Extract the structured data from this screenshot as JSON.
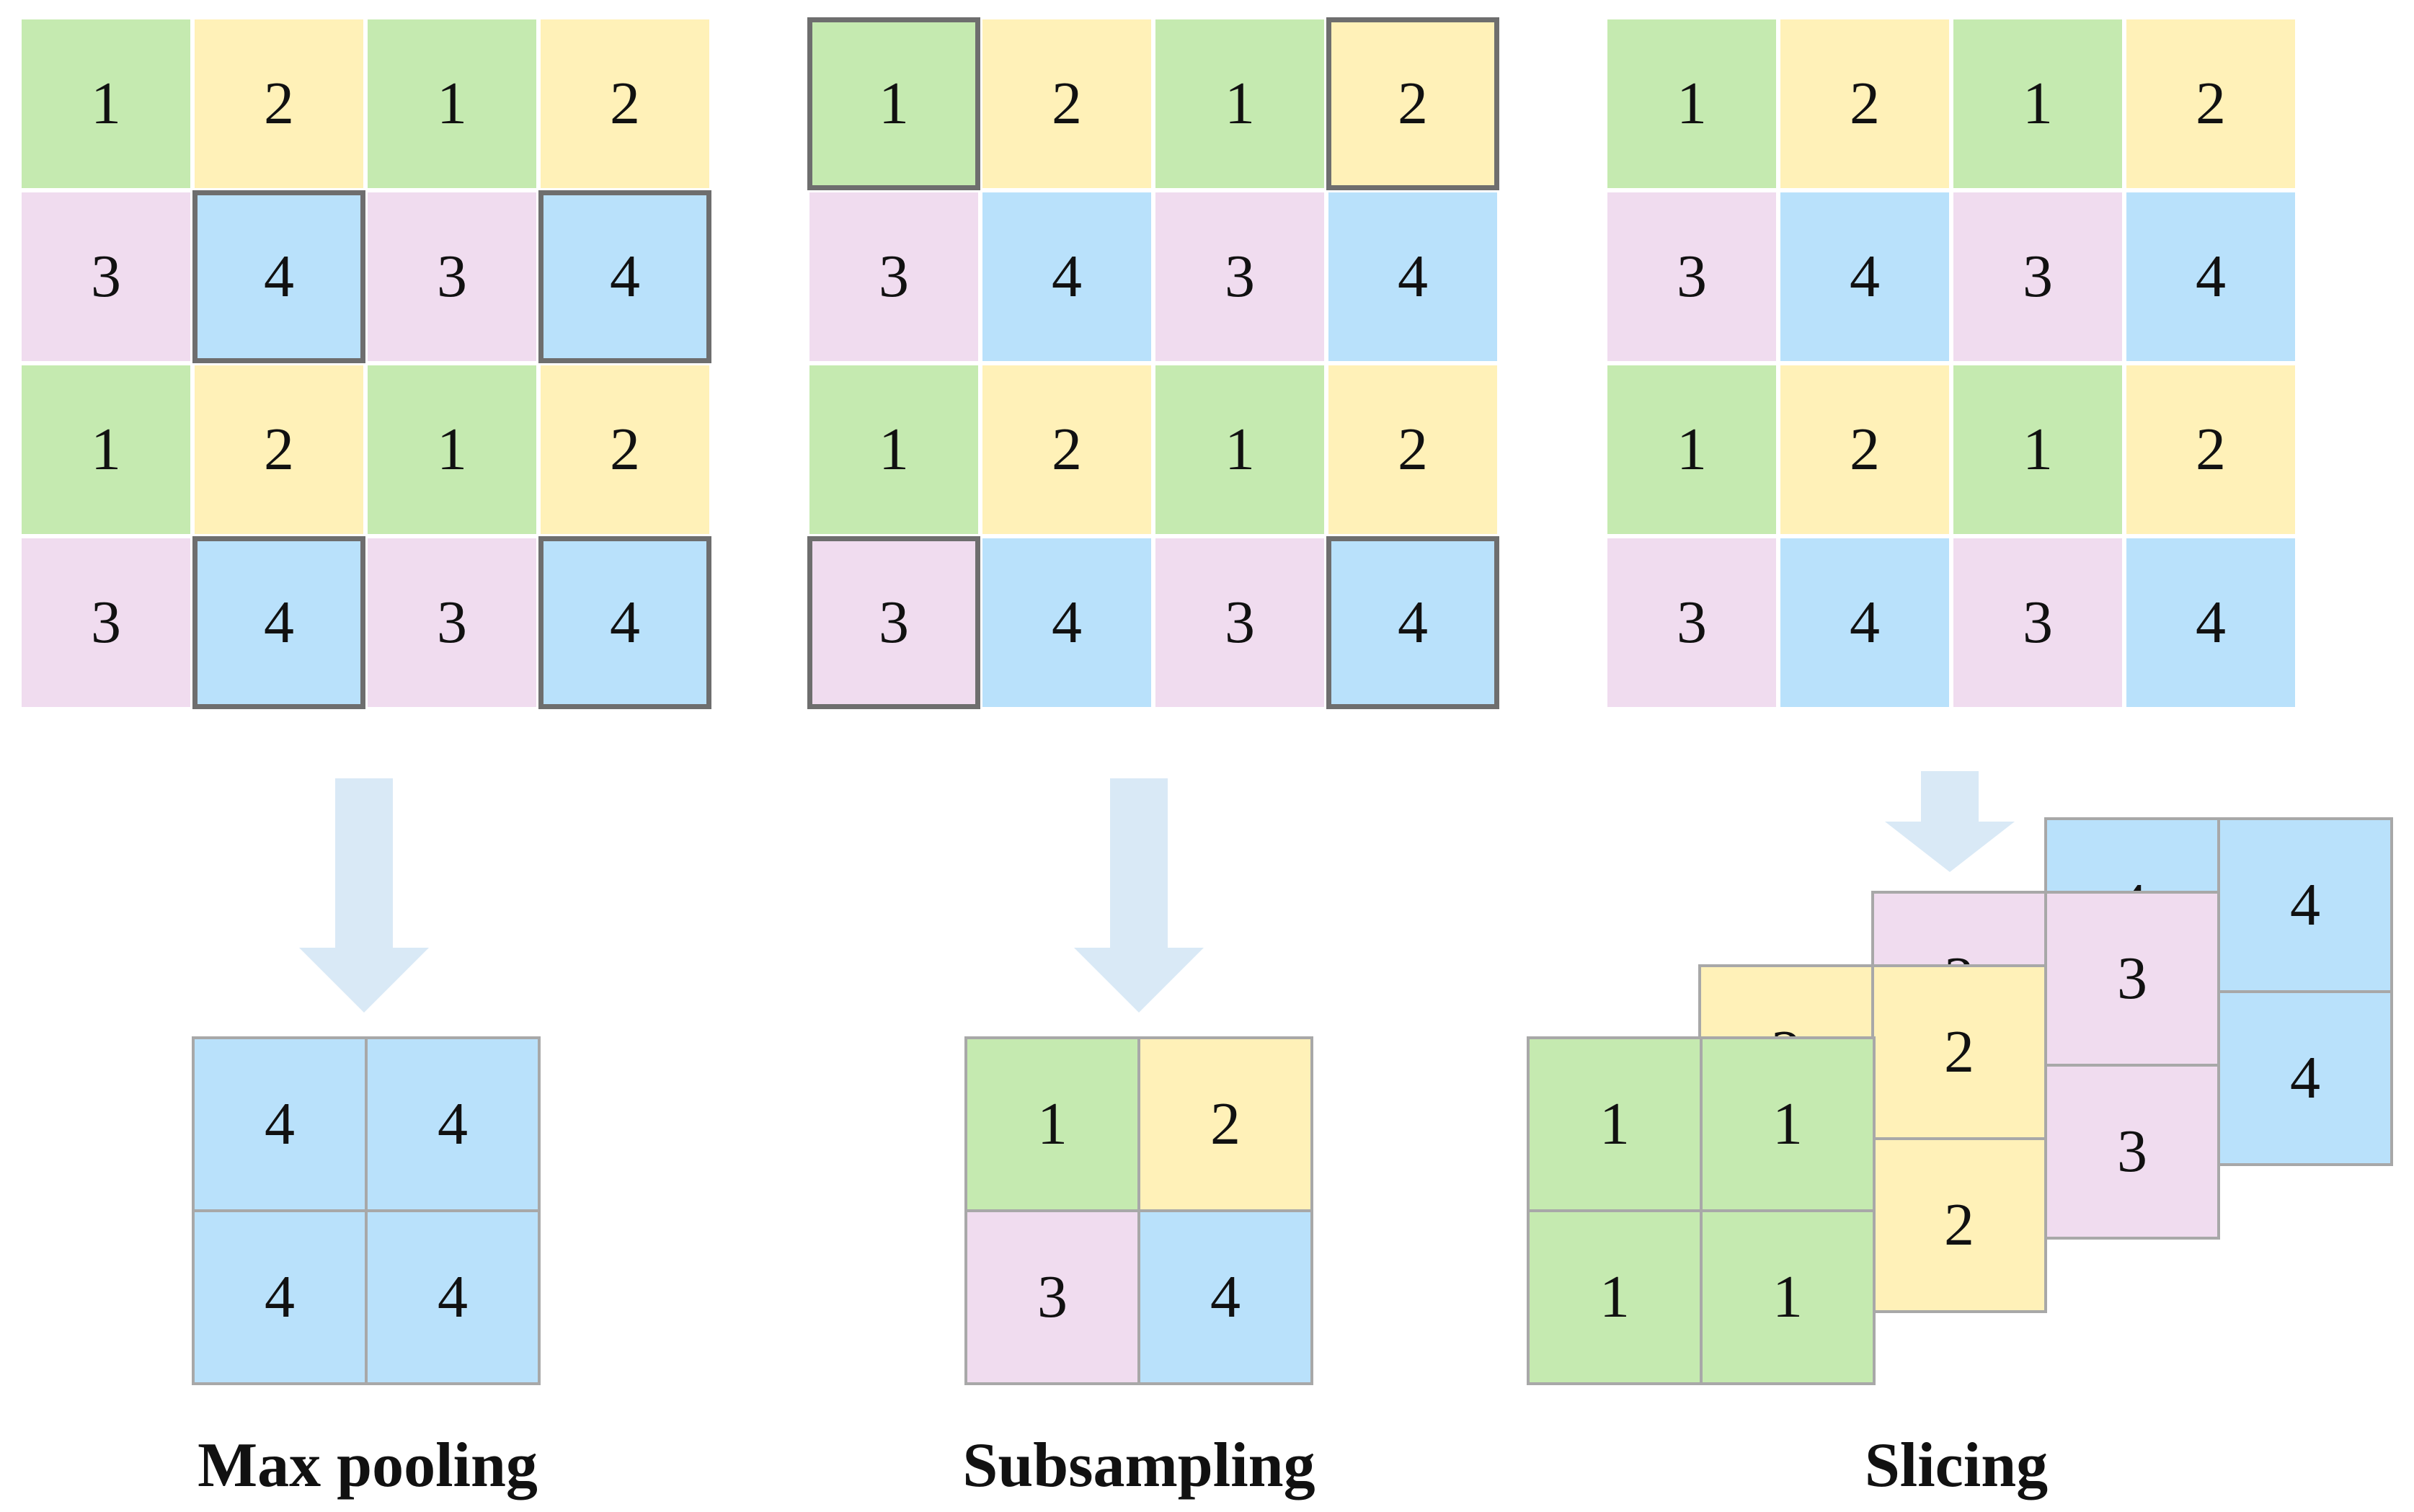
{
  "colors": {
    "1": "#c5eab0",
    "2": "#fff1b8",
    "3": "#f0dcef",
    "4": "#b9e1fb",
    "arrow": "#d9e9f6"
  },
  "panels": {
    "max_pooling": {
      "input_grid": [
        [
          1,
          2,
          1,
          2
        ],
        [
          3,
          4,
          3,
          4
        ],
        [
          1,
          2,
          1,
          2
        ],
        [
          3,
          4,
          3,
          4
        ]
      ],
      "highlighted_cells": [
        [
          1,
          1
        ],
        [
          1,
          3
        ],
        [
          3,
          1
        ],
        [
          3,
          3
        ]
      ],
      "output_grid": [
        [
          4,
          4
        ],
        [
          4,
          4
        ]
      ],
      "caption": "Max pooling"
    },
    "subsampling": {
      "input_grid": [
        [
          1,
          2,
          1,
          2
        ],
        [
          3,
          4,
          3,
          4
        ],
        [
          1,
          2,
          1,
          2
        ],
        [
          3,
          4,
          3,
          4
        ]
      ],
      "highlighted_cells": [
        [
          0,
          0
        ],
        [
          0,
          3
        ],
        [
          3,
          0
        ],
        [
          3,
          3
        ]
      ],
      "output_grid": [
        [
          1,
          2
        ],
        [
          3,
          4
        ]
      ],
      "caption": "Subsampling"
    },
    "slicing": {
      "input_grid": [
        [
          1,
          2,
          1,
          2
        ],
        [
          3,
          4,
          3,
          4
        ],
        [
          1,
          2,
          1,
          2
        ],
        [
          3,
          4,
          3,
          4
        ]
      ],
      "highlighted_cells": [],
      "output_slices": [
        {
          "value": 4,
          "grid": [
            [
              4,
              4
            ],
            [
              4,
              4
            ]
          ]
        },
        {
          "value": 3,
          "grid": [
            [
              3,
              3
            ],
            [
              3,
              3
            ]
          ]
        },
        {
          "value": 2,
          "grid": [
            [
              2,
              2
            ],
            [
              2,
              2
            ]
          ]
        },
        {
          "value": 1,
          "grid": [
            [
              1,
              1
            ],
            [
              1,
              1
            ]
          ]
        }
      ],
      "caption": "Slicing"
    }
  }
}
